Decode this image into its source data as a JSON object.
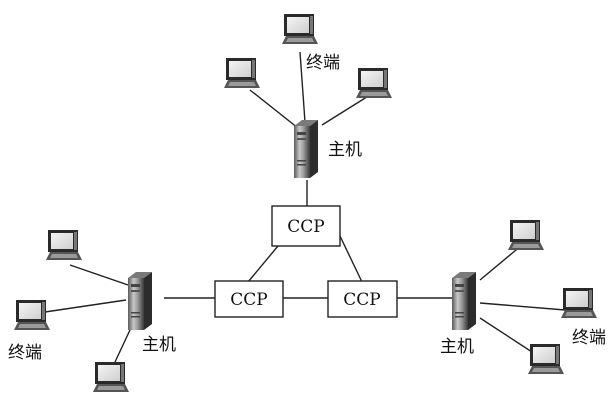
{
  "diagram": {
    "ccp_label": "CCP",
    "host_label": "主机",
    "terminal_label": "终端"
  },
  "icons": {
    "ccp": "ccp-box",
    "host": "host-tower-icon",
    "terminal": "terminal-monitor-icon"
  },
  "colors": {
    "line": "#222222",
    "background": "#ffffff",
    "box_border": "#222222"
  }
}
